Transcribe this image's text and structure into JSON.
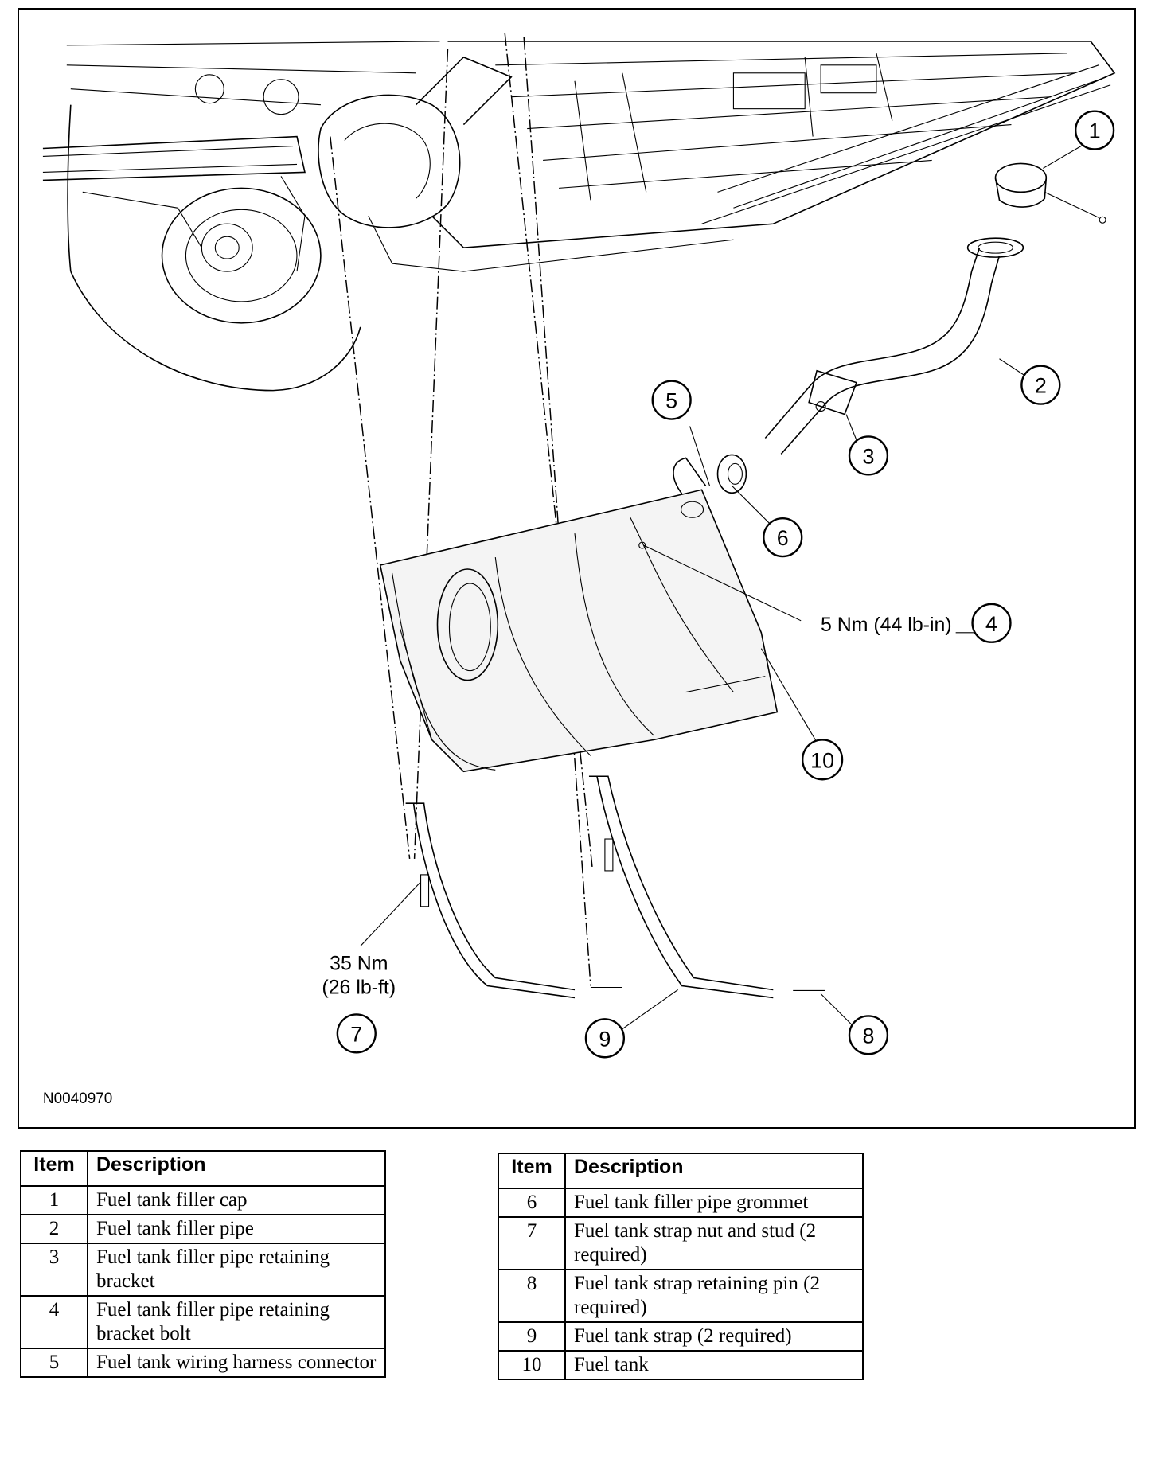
{
  "figure": {
    "id": "N0040970",
    "callouts": [
      "1",
      "2",
      "3",
      "4",
      "5",
      "6",
      "7",
      "8",
      "9",
      "10"
    ],
    "torque_4": "5 Nm (44 lb-in)",
    "torque_7_line1": "35 Nm",
    "torque_7_line2": "(26 lb-ft)"
  },
  "legend_left": {
    "header_item": "Item",
    "header_description": "Description",
    "rows": [
      {
        "item": "1",
        "description": "Fuel tank filler cap"
      },
      {
        "item": "2",
        "description": "Fuel tank filler pipe"
      },
      {
        "item": "3",
        "description": "Fuel tank filler pipe retaining bracket"
      },
      {
        "item": "4",
        "description": "Fuel tank filler pipe retaining bracket bolt"
      },
      {
        "item": "5",
        "description": "Fuel tank wiring harness connector"
      }
    ]
  },
  "legend_right": {
    "header_item": "Item",
    "header_description": "Description",
    "rows": [
      {
        "item": "6",
        "description": "Fuel tank filler pipe grommet"
      },
      {
        "item": "7",
        "description": "Fuel tank strap nut and stud (2 required)"
      },
      {
        "item": "8",
        "description": "Fuel tank strap retaining pin (2 required)"
      },
      {
        "item": "9",
        "description": "Fuel tank strap (2 required)"
      },
      {
        "item": "10",
        "description": "Fuel tank"
      }
    ]
  }
}
